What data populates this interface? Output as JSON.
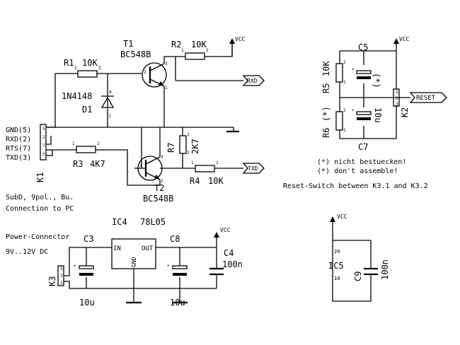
{
  "transistors": {
    "t1": {
      "name": "T1",
      "type": "BC548B"
    },
    "t2": {
      "name": "T2",
      "type": "BC548B"
    }
  },
  "resistors": {
    "r1": {
      "name": "R1",
      "value": "10K"
    },
    "r2": {
      "name": "R2",
      "value": "10K"
    },
    "r3": {
      "name": "R3",
      "value": "4K7"
    },
    "r4": {
      "name": "R4",
      "value": "10K"
    },
    "r5": {
      "name": "R5",
      "value": "10K"
    },
    "r6": {
      "name": "R6",
      "value": "(*)"
    },
    "r7": {
      "name": "R7",
      "value": "2K7"
    }
  },
  "diode": {
    "name": "D1",
    "type": "1N4148"
  },
  "capacitors": {
    "c3": {
      "name": "C3",
      "value": "10u"
    },
    "c4": {
      "name": "C4",
      "value": "100n"
    },
    "c5": {
      "name": "C5",
      "value": "(*)"
    },
    "c7": {
      "name": "C7",
      "value": "10u"
    },
    "c8": {
      "name": "C8",
      "value": "10u"
    },
    "c9": {
      "name": "C9",
      "value": "100n"
    }
  },
  "connectors": {
    "k1": {
      "name": "K1",
      "pins": [
        "GND(5)",
        "RXD(2)",
        "RTS(7)",
        "TXD(3)"
      ]
    },
    "k2": {
      "name": "K2"
    },
    "k3": {
      "name": "K3"
    }
  },
  "ports": {
    "rxd": "RXD",
    "txd": "TXD",
    "reset": "RESET"
  },
  "supply": {
    "vcc": "VCC"
  },
  "regulator": {
    "name": "IC4",
    "type": "78L05",
    "in": "IN",
    "out": "OUT",
    "gnd": "GND"
  },
  "ic5": {
    "name": "IC5",
    "pin_top": "20",
    "pin_bottom": "10"
  },
  "notes": {
    "subd": "SubD, 9pol., Bu.",
    "connection": "Connection to PC",
    "power_connector": "Power-Connector",
    "voltage": "9V..12V DC",
    "nicht": "(*) nicht bestuecken!",
    "dont": "(*) don't assemble!",
    "reset_switch": "Reset-Switch between K3.1 and K3.2"
  }
}
